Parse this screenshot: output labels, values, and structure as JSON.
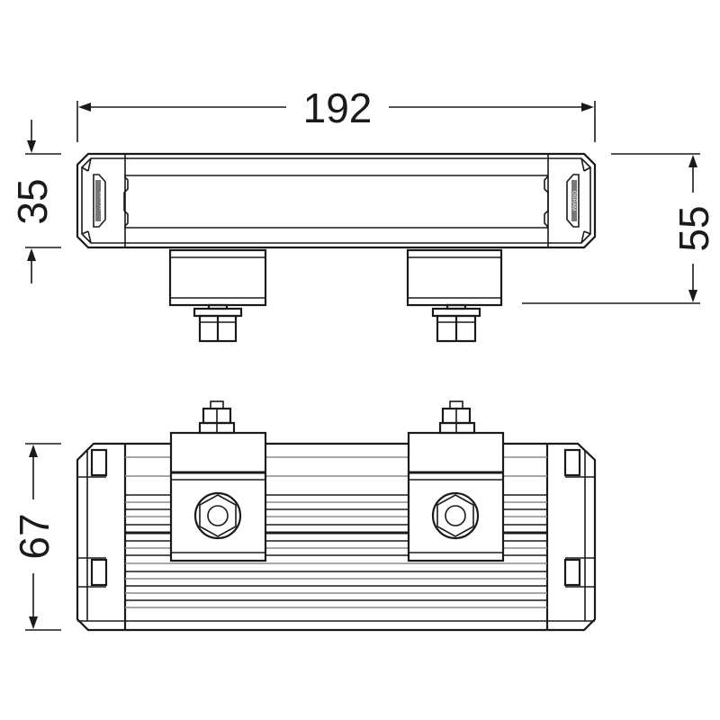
{
  "drawing": {
    "type": "technical dimension drawing",
    "subject": "LED light bar with two mounting brackets",
    "units": "mm",
    "views": [
      "front view (top)",
      "bottom/back view (bottom)"
    ],
    "colors": {
      "line": "#1a1a1a",
      "secondary_line": "#8a8a8a",
      "background": "#ffffff"
    }
  },
  "dimensions": {
    "overall_length": {
      "value": "192",
      "orientation": "horizontal",
      "view": "front"
    },
    "lens_height": {
      "value": "35",
      "orientation": "vertical",
      "view": "front",
      "side": "left"
    },
    "total_height_with_bracket": {
      "value": "55",
      "orientation": "vertical",
      "view": "front",
      "side": "right"
    },
    "depth": {
      "value": "67",
      "orientation": "vertical",
      "view": "bottom",
      "side": "left"
    }
  },
  "labels": {
    "end_cap_logo_left": "OSRAM",
    "end_cap_logo_right": "OSRAM"
  }
}
